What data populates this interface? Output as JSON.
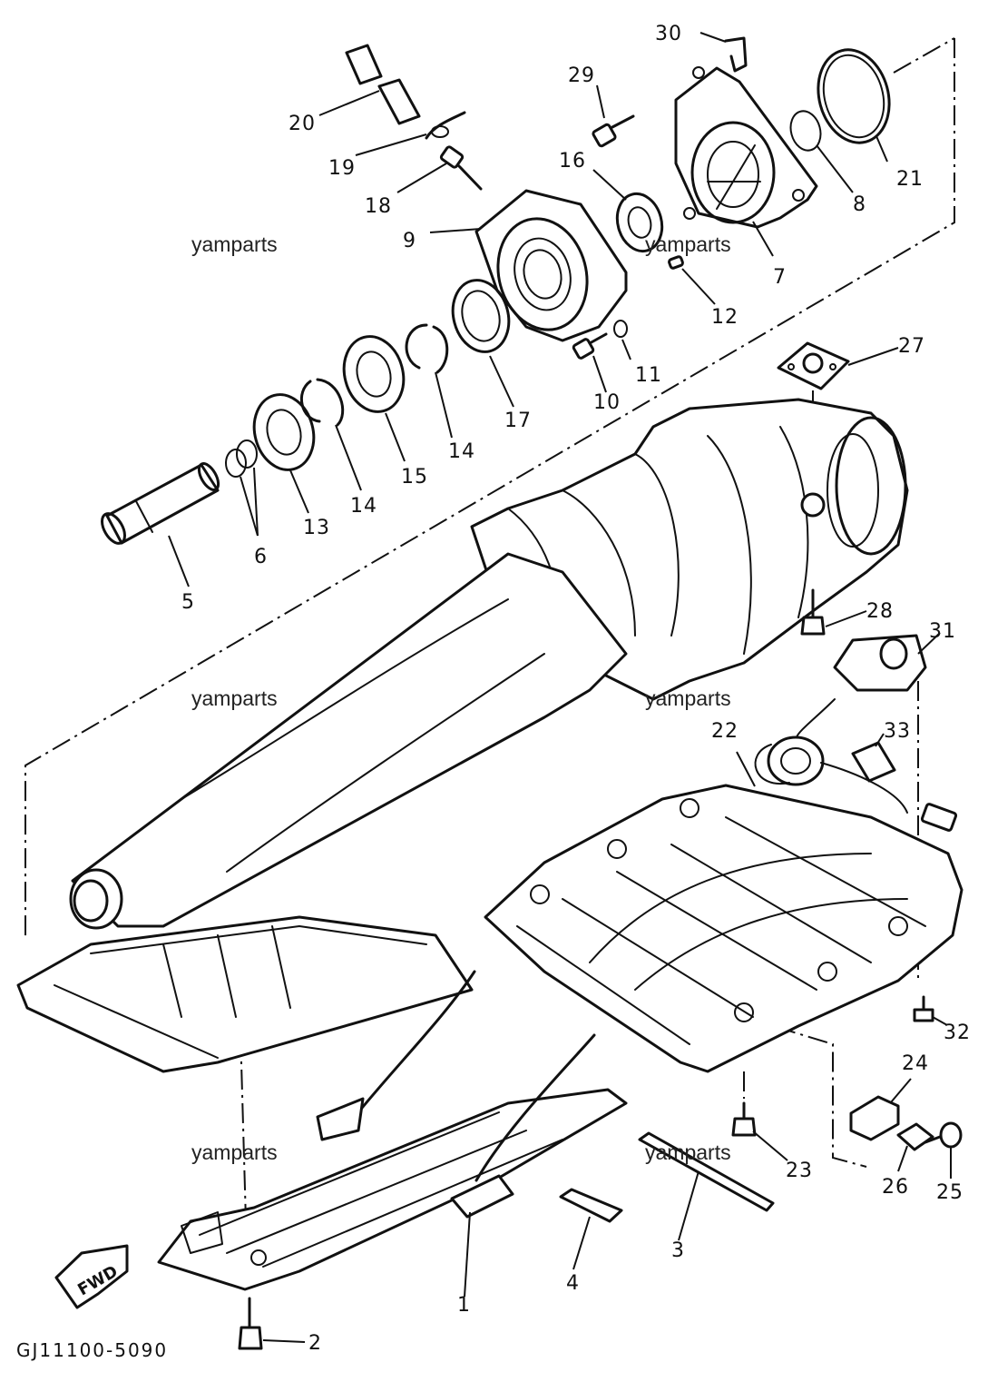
{
  "diagram": {
    "callouts": [
      {
        "id": "c30",
        "label": "30"
      },
      {
        "id": "c29",
        "label": "29"
      },
      {
        "id": "c20",
        "label": "20"
      },
      {
        "id": "c19",
        "label": "19"
      },
      {
        "id": "c18",
        "label": "18"
      },
      {
        "id": "c16",
        "label": "16"
      },
      {
        "id": "c9",
        "label": "9"
      },
      {
        "id": "c21",
        "label": "21"
      },
      {
        "id": "c8",
        "label": "8"
      },
      {
        "id": "c7",
        "label": "7"
      },
      {
        "id": "c12",
        "label": "12"
      },
      {
        "id": "c11",
        "label": "11"
      },
      {
        "id": "c10",
        "label": "10"
      },
      {
        "id": "c17",
        "label": "17"
      },
      {
        "id": "c14a",
        "label": "14"
      },
      {
        "id": "c14b",
        "label": "14"
      },
      {
        "id": "c15",
        "label": "15"
      },
      {
        "id": "c13",
        "label": "13"
      },
      {
        "id": "c6",
        "label": "6"
      },
      {
        "id": "c5",
        "label": "5"
      },
      {
        "id": "c27",
        "label": "27"
      },
      {
        "id": "c28",
        "label": "28"
      },
      {
        "id": "c31",
        "label": "31"
      },
      {
        "id": "c33",
        "label": "33"
      },
      {
        "id": "c22",
        "label": "22"
      },
      {
        "id": "c32",
        "label": "32"
      },
      {
        "id": "c24",
        "label": "24"
      },
      {
        "id": "c23",
        "label": "23"
      },
      {
        "id": "c26",
        "label": "26"
      },
      {
        "id": "c25",
        "label": "25"
      },
      {
        "id": "c3",
        "label": "3"
      },
      {
        "id": "c4",
        "label": "4"
      },
      {
        "id": "c1",
        "label": "1"
      },
      {
        "id": "c2",
        "label": "2"
      }
    ],
    "watermarks": [
      "yamparts",
      "yamparts",
      "yamparts",
      "yamparts",
      "yamparts",
      "yamparts"
    ],
    "fwd_label": "FWD",
    "drawing_code": "GJ11100-5090"
  }
}
